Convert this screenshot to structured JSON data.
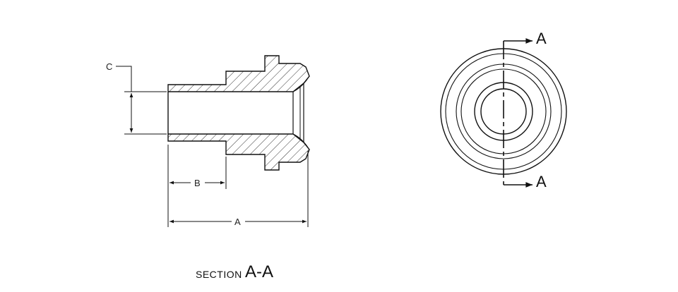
{
  "dimensions": {
    "a": "A",
    "b": "B",
    "c": "C"
  },
  "cutting_plane": {
    "top": "A",
    "bottom": "A"
  },
  "section_title": {
    "prefix": "SECTION",
    "name": "A-A"
  },
  "colors": {
    "line": "#111111",
    "hatch": "#333333"
  }
}
